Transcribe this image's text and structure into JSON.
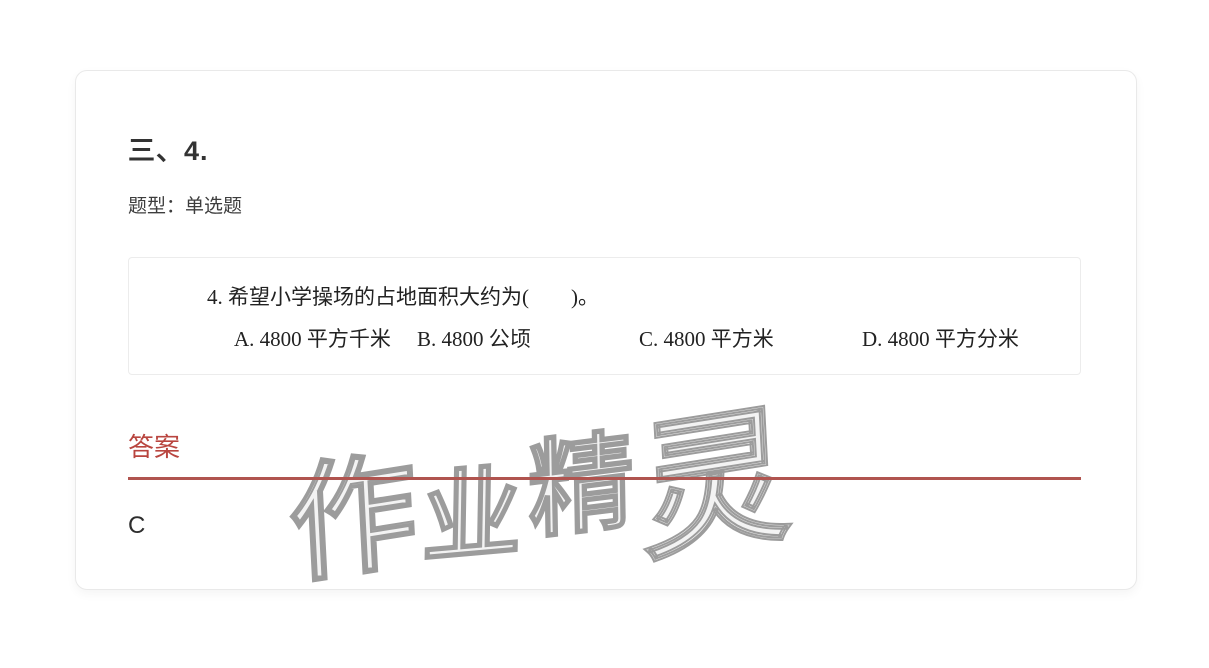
{
  "colors": {
    "accent_red": "#b9453f",
    "divider_red": "#b0544f",
    "watermark_gray": "#9c9c9c",
    "text_dark": "#333333",
    "border_light": "#e9e9e9"
  },
  "card": {
    "title": "三、4.",
    "question_type": "题型：单选题"
  },
  "question": {
    "stem": "4. 希望小学操场的占地面积大约为(　　)。",
    "options": [
      {
        "label": "A. 4800 平方千米"
      },
      {
        "label": "B. 4800 公顷"
      },
      {
        "label": "C. 4800 平方米"
      },
      {
        "label": "D. 4800 平方分米"
      }
    ]
  },
  "answer": {
    "heading": "答案",
    "value": "C"
  },
  "watermark": {
    "text": "作业精灵",
    "chars": [
      "作",
      "业",
      "精",
      "灵"
    ]
  }
}
